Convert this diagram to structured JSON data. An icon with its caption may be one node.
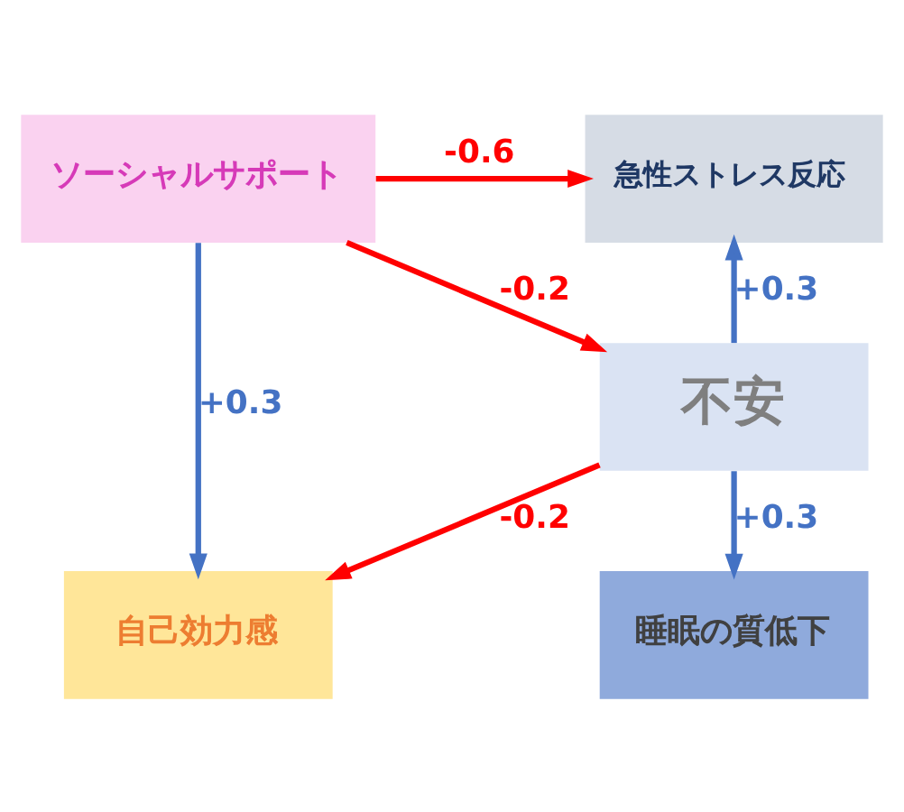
{
  "diagram": {
    "nodes": [
      {
        "text": [
          "ソーシャルサポート"
        ]
      },
      {
        "text": [
          "急性ストレス反応"
        ]
      },
      {
        "text": [
          "不安"
        ]
      },
      {
        "text": [
          "自己効力感"
        ]
      },
      {
        "text": [
          "睡眠の質低下"
        ]
      }
    ],
    "edges": [
      {
        "from": 0,
        "to": 1,
        "arrow": "to",
        "label": "-0.6",
        "color": "#ff0000"
      },
      {
        "from": 0,
        "to": 2,
        "arrow": "to",
        "label": "-0.2",
        "color": "#ff0000"
      },
      {
        "from": 0,
        "to": 3,
        "arrow": "to",
        "label": "+0.3",
        "color": "#4472c4"
      },
      {
        "from": 2,
        "to": 1,
        "arrow": "to",
        "label": "+0.3",
        "color": "#4472c4"
      },
      {
        "from": 2,
        "to": 3,
        "arrow": "to",
        "label": "-0.2",
        "color": "#ff0000"
      },
      {
        "from": 2,
        "to": 4,
        "arrow": "to",
        "label": "+0.3",
        "color": "#4472c4"
      }
    ]
  }
}
